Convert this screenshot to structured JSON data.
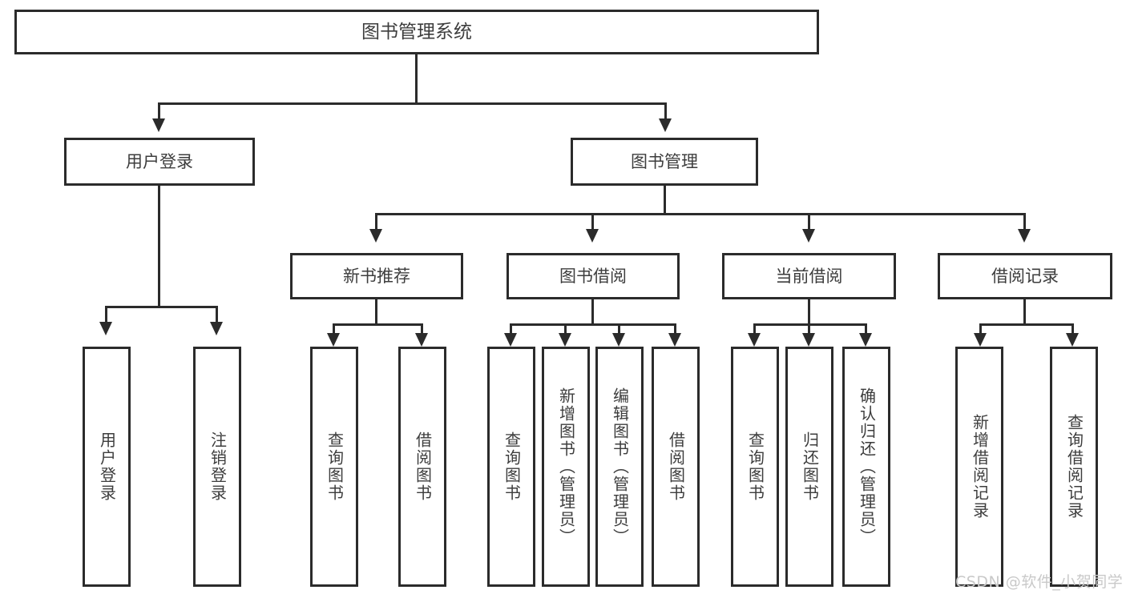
{
  "diagram": {
    "title": "图书管理系统",
    "type": "tree-hierarchy-diagram",
    "colors": {
      "stroke": "#2b2b2b",
      "fill": "#ffffff",
      "text": "#3d3d3d",
      "watermark": "#c9c9c9"
    },
    "root": {
      "label": "图书管理系统"
    },
    "level1": [
      {
        "label": "用户登录"
      },
      {
        "label": "图书管理"
      }
    ],
    "level2": [
      {
        "label": "新书推荐"
      },
      {
        "label": "图书借阅"
      },
      {
        "label": "当前借阅"
      },
      {
        "label": "借阅记录"
      }
    ],
    "leaves": {
      "user_login": [
        {
          "label": "用户登录"
        },
        {
          "label": "注销登录"
        }
      ],
      "new_book_recommend": [
        {
          "label": "查询图书"
        },
        {
          "label": "借阅图书"
        }
      ],
      "book_borrow": [
        {
          "label": "查询图书"
        },
        {
          "label": "新增图书（管理员）"
        },
        {
          "label": "编辑图书（管理员）"
        },
        {
          "label": "借阅图书"
        }
      ],
      "current_borrow": [
        {
          "label": "查询图书"
        },
        {
          "label": "归还图书"
        },
        {
          "label": "确认归还（管理员）"
        }
      ],
      "borrow_record": [
        {
          "label": "新增借阅记录"
        },
        {
          "label": "查询借阅记录"
        }
      ]
    },
    "watermark": "CSDN @软件_小贺同学"
  }
}
